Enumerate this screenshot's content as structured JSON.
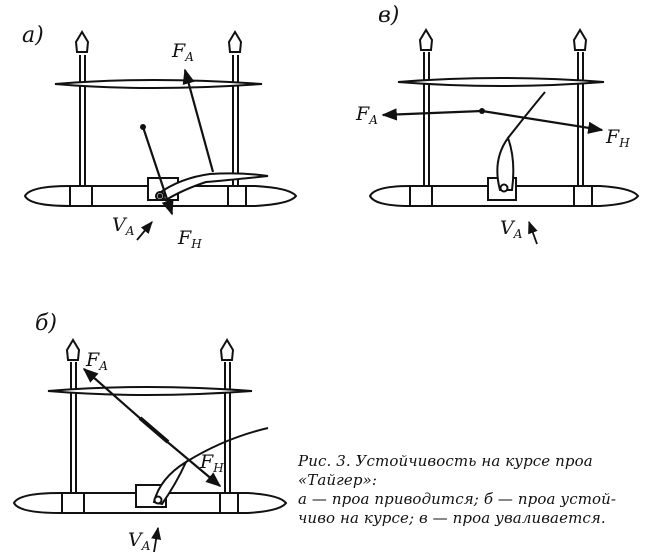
{
  "panels": {
    "a": {
      "letter": "а)",
      "force_sail": "F",
      "force_sail_sub": "A",
      "force_hull": "F",
      "force_hull_sub": "H",
      "velocity": "V",
      "velocity_sub": "A"
    },
    "b": {
      "letter": "б)",
      "force_sail": "F",
      "force_sail_sub": "A",
      "force_hull": "F",
      "force_hull_sub": "H",
      "velocity": "V",
      "velocity_sub": "A"
    },
    "c": {
      "letter": "в)",
      "force_sail": "F",
      "force_sail_sub": "A",
      "force_hull": "F",
      "force_hull_sub": "H",
      "velocity": "V",
      "velocity_sub": "A"
    }
  },
  "caption": {
    "line1": "Рис. 3. Устойчивость на курсе проа",
    "line2": "«Тайгер»:",
    "line3": "а — проа приводится; б — проа устой-",
    "line4": "чиво на курсе; в — проа уваливается."
  }
}
